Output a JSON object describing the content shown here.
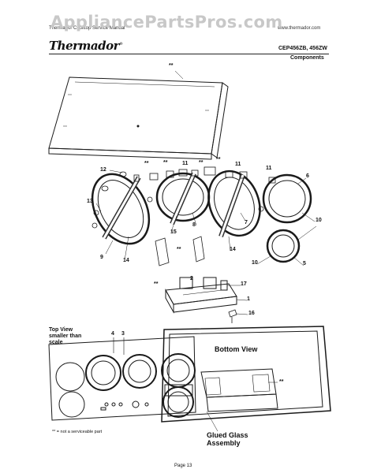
{
  "header": {
    "brand_line": "Thermador Cooktop Service Manual",
    "website": "www.thermador.com",
    "watermark": "AppliancePartsPros.com",
    "logo": "Thermador",
    "trademark": "®",
    "model": "CEP456ZB, 456ZW",
    "section": "Components"
  },
  "callouts": {
    "c1": "1",
    "c2": "2",
    "c3": "3",
    "c4": "4",
    "c5": "5",
    "c6": "6",
    "c7": "7",
    "c8": "8",
    "c9": "9",
    "c10": "10",
    "c10b": "10",
    "c11a": "11",
    "c11b": "11",
    "c11c": "11",
    "c12": "12",
    "c13": "13",
    "c14a": "14",
    "c14b": "14",
    "c15": "15",
    "c16": "16",
    "c17": "17",
    "star": "**"
  },
  "captions": {
    "top_view_1": "Top View",
    "top_view_2": "smaller than",
    "top_view_3": "scale",
    "bottom_view": "Bottom View",
    "glued_1": "Glued Glass",
    "glued_2": "Assembly",
    "footnote": "** = not a serviceable part"
  },
  "footer": {
    "page": "Page 13"
  },
  "colors": {
    "ink": "#1a1a1a",
    "watermark": "#c8c8c8"
  }
}
